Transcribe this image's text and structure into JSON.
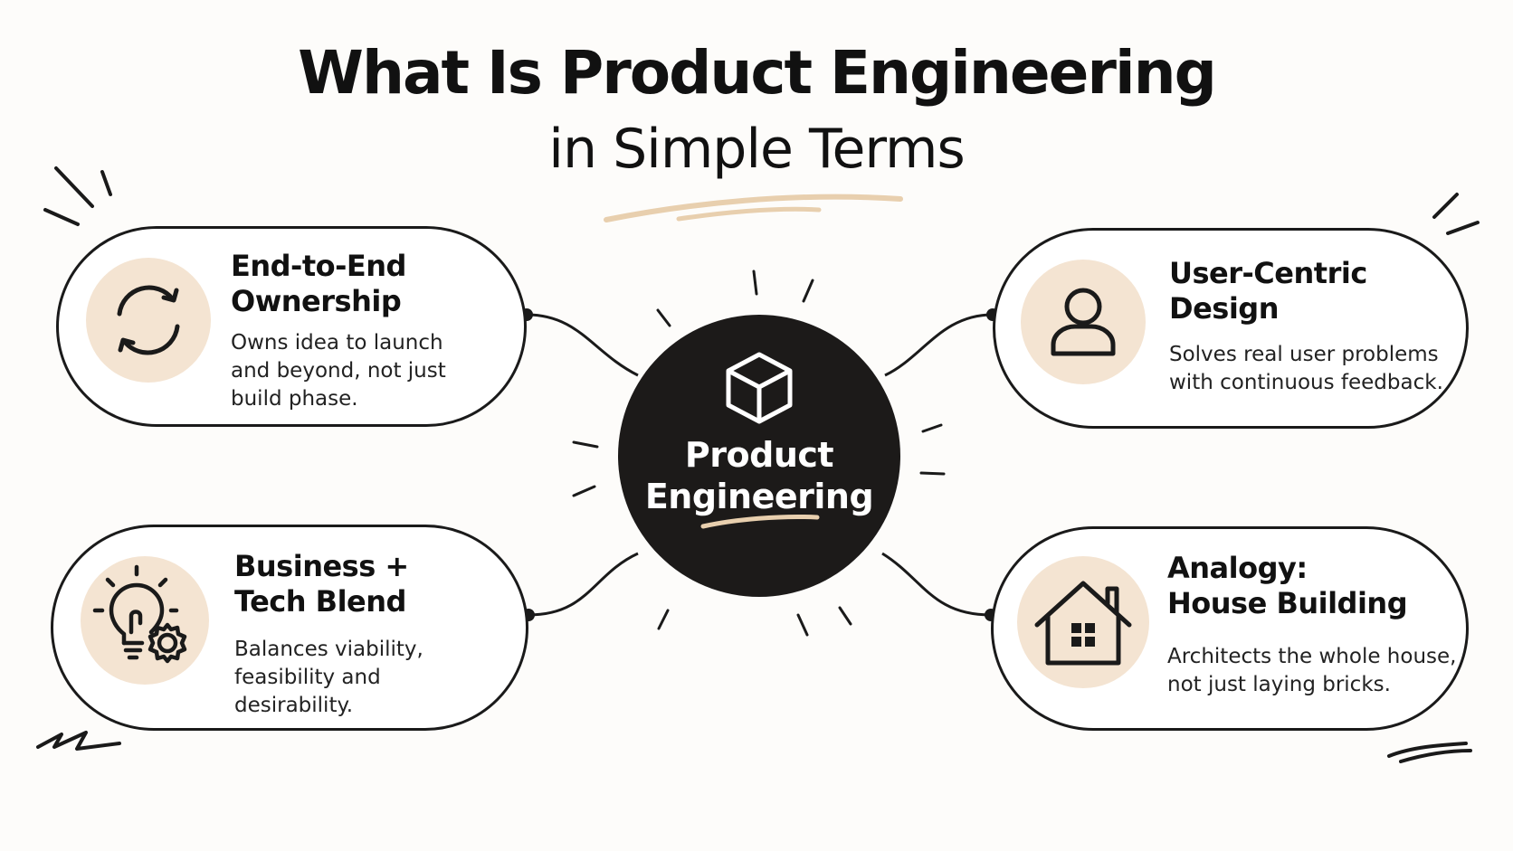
{
  "title": {
    "line1": "What Is Product Engineering",
    "line2": "in Simple Terms"
  },
  "colors": {
    "accent": "#e8cfae",
    "icon_bg": "#f4e4d2",
    "center_bg": "#1c1a19",
    "ink": "#111111",
    "background": "#fdfcfa"
  },
  "center": {
    "label_line1": "Product",
    "label_line2": "Engineering",
    "icon": "cube-icon"
  },
  "cards": [
    {
      "title_line1": "End-to-End",
      "title_line2": "Ownership",
      "desc_line1": "Owns idea to launch",
      "desc_line2": "and beyond, not just",
      "desc_line3": "build phase.",
      "icon": "refresh-cycle-icon"
    },
    {
      "title_line1": "User-Centric",
      "title_line2": "Design",
      "desc_line1": "Solves real user problems",
      "desc_line2": "with continuous feedback.",
      "icon": "user-icon"
    },
    {
      "title_line1": "Business +",
      "title_line2": "Tech Blend",
      "desc_line1": "Balances viability,",
      "desc_line2": "feasibility and",
      "desc_line3": "desirability.",
      "icon": "lightbulb-gear-icon"
    },
    {
      "title_line1": "Analogy:",
      "title_line2": "House Building",
      "desc_line1": "Architects the whole house,",
      "desc_line2": "not just laying bricks.",
      "icon": "house-icon"
    }
  ]
}
